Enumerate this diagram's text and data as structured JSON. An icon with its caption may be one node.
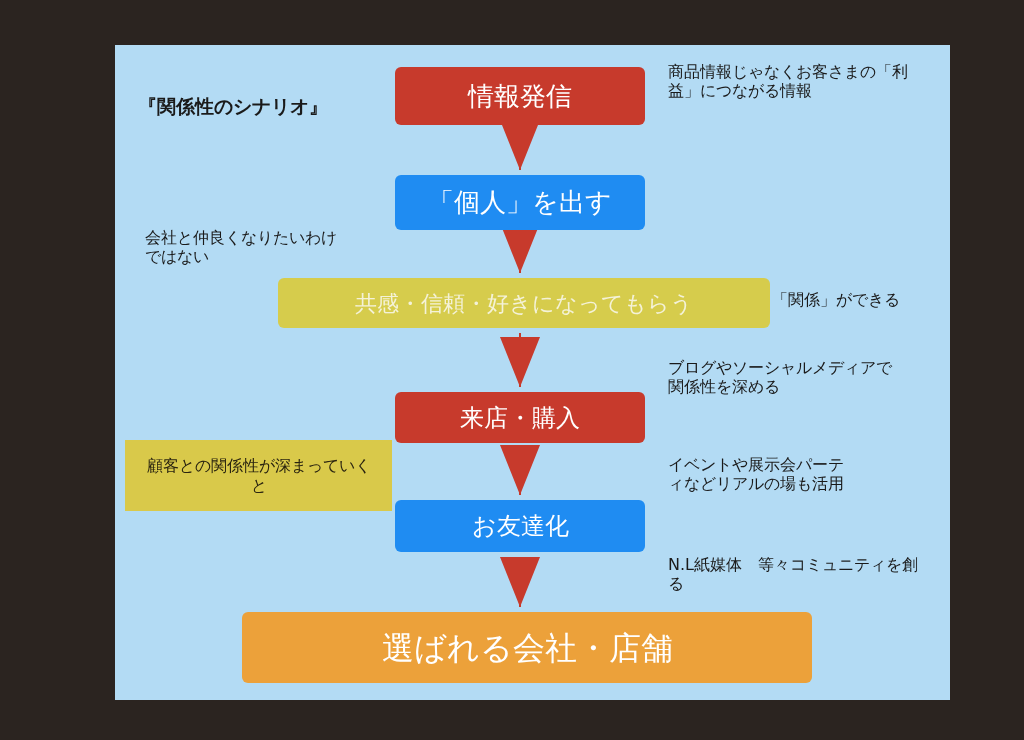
{
  "diagram": {
    "title": "『関係性のシナリオ』",
    "nodes": [
      {
        "text": [
          "情報発信"
        ]
      },
      {
        "text": [
          "「個人」を出す"
        ]
      },
      {
        "text": [
          "共感・信頼・好きになってもらう"
        ]
      },
      {
        "text": [
          "来店・購入"
        ]
      },
      {
        "text": [
          "顧客との関係性が深まっていくと"
        ]
      },
      {
        "text": [
          "お友達化"
        ]
      },
      {
        "text": [
          "選ばれる会社・店舗"
        ]
      }
    ],
    "edges": [
      {
        "from": 0,
        "to": 1,
        "arrow": "to"
      },
      {
        "from": 1,
        "to": 2,
        "arrow": "to"
      },
      {
        "from": 2,
        "to": 3,
        "arrow": "to"
      },
      {
        "from": 3,
        "to": 5,
        "arrow": "to"
      },
      {
        "from": 5,
        "to": 6,
        "arrow": "to"
      }
    ],
    "labels": [
      "商品情報じゃなくお客さまの「利益」につながる情報",
      "会社と仲良くなりたいわけではない",
      "「関係」ができる",
      "ブログやソーシャルメディアで関係性を深める",
      "イベントや展示会パーティなどリアルの場も活用",
      "N.L紙媒体　等々コミュニティを創る"
    ]
  }
}
